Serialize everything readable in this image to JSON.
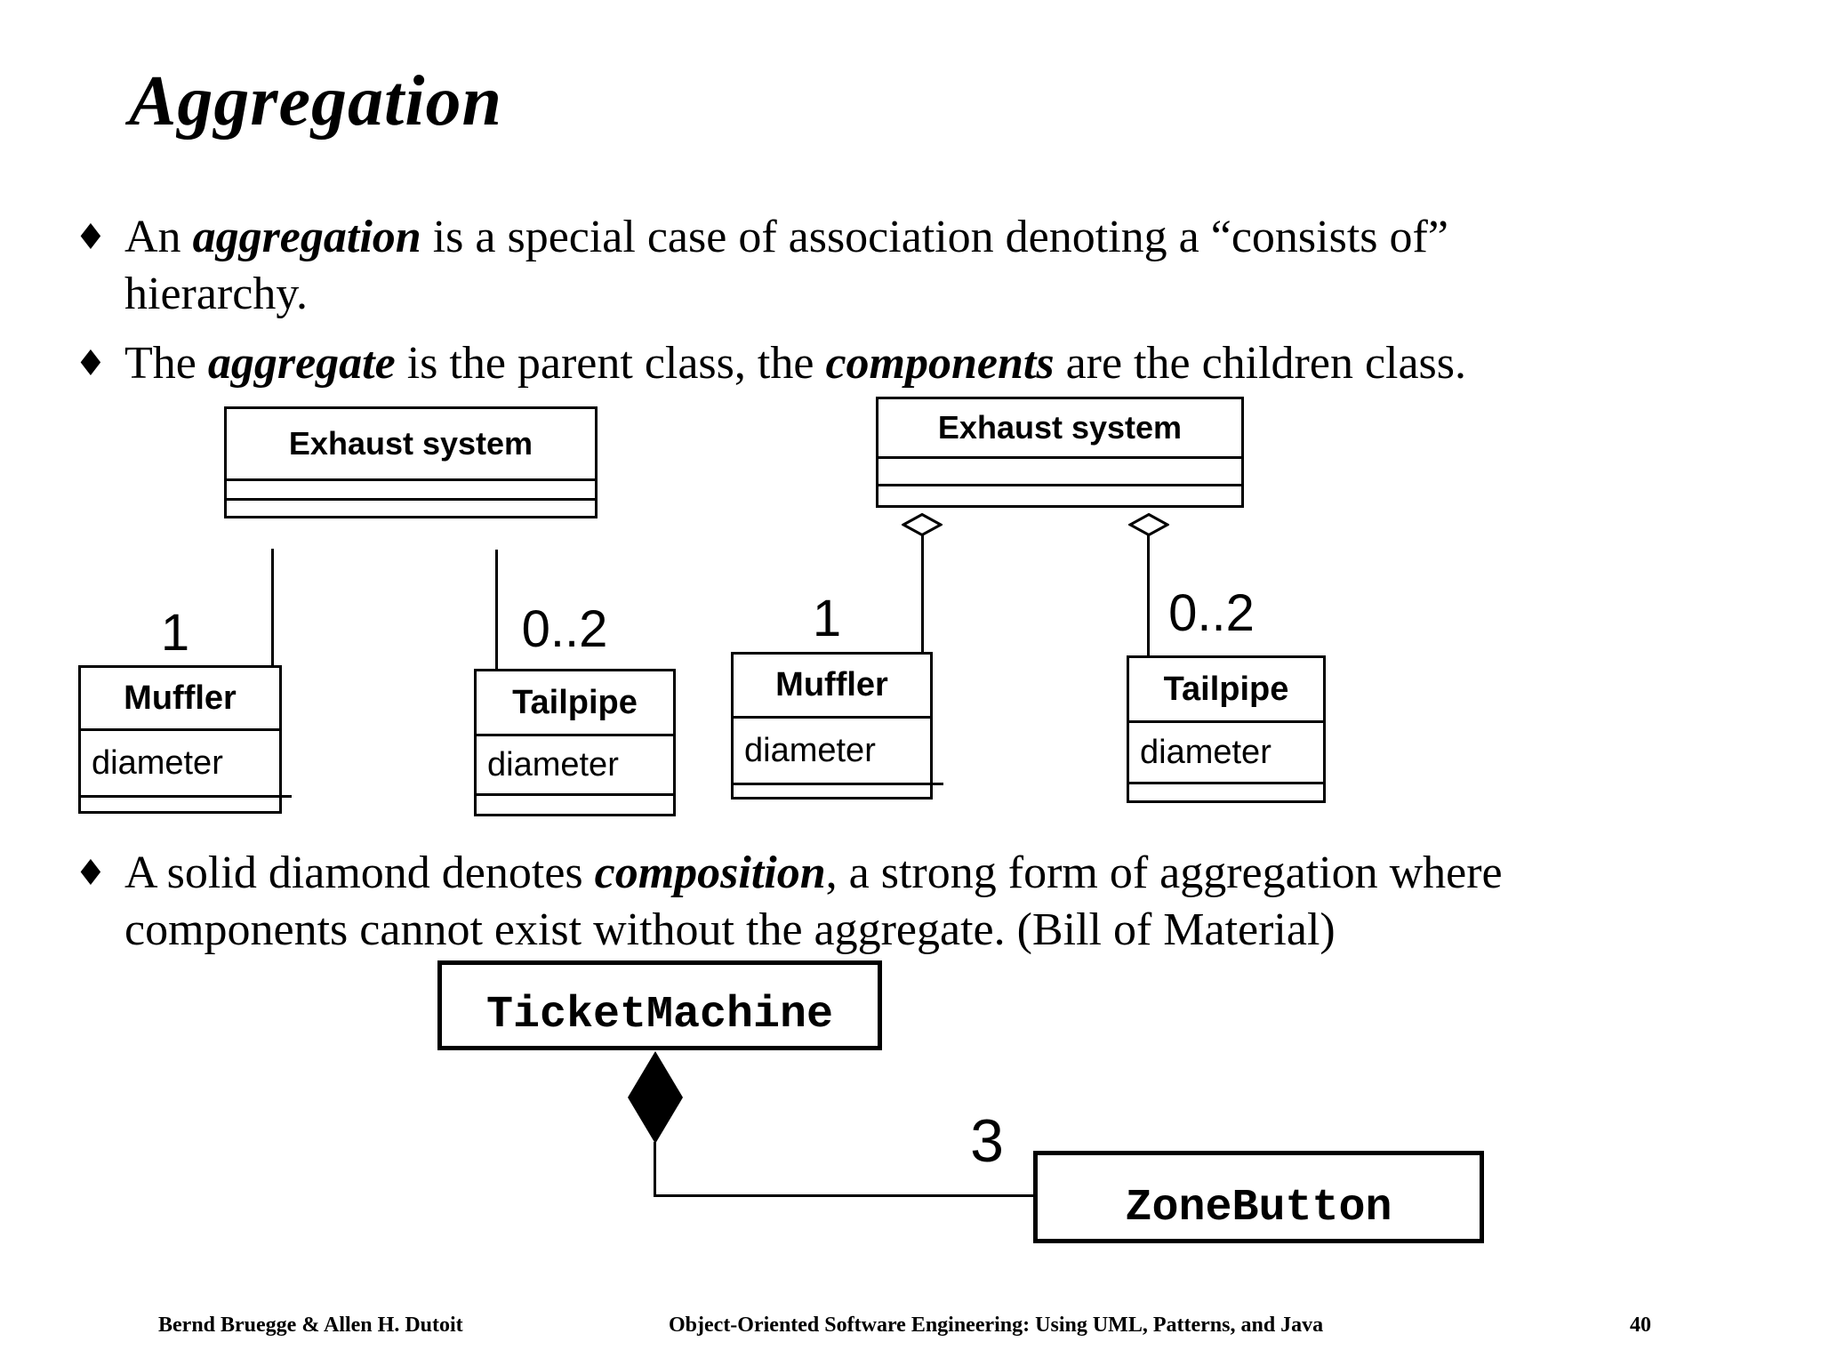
{
  "title": "Aggregation",
  "bullet_glyph": "♦",
  "bullets": {
    "b1": {
      "l1": [
        "An ",
        "aggregation",
        " is a special case of association denoting a “consists of”"
      ],
      "l2": "hierarchy."
    },
    "b2": {
      "l1": [
        "The ",
        "aggregate",
        " is the parent class, the ",
        "components",
        " are the children class."
      ]
    },
    "b3": {
      "l1": [
        "A solid diamond denotes ",
        "composition",
        ", a strong form of aggregation where"
      ],
      "l2": "components cannot exist without the aggregate. (Bill of Material)"
    }
  },
  "aggregation_left": {
    "parent": "Exhaust system",
    "muffler": {
      "name": "Muffler",
      "attribute": "diameter",
      "multiplicity": "1"
    },
    "tailpipe": {
      "name": "Tailpipe",
      "attribute": "diameter",
      "multiplicity": "0..2"
    }
  },
  "aggregation_right": {
    "parent": "Exhaust system",
    "muffler": {
      "name": "Muffler",
      "attribute": "diameter",
      "multiplicity": "1"
    },
    "tailpipe": {
      "name": "Tailpipe",
      "attribute": "diameter",
      "multiplicity": "0..2"
    }
  },
  "composition": {
    "whole": "TicketMachine",
    "part": "ZoneButton",
    "multiplicity": "3"
  },
  "footer": {
    "authors": "Bernd Bruegge & Allen H. Dutoit",
    "book": "Object-Oriented Software Engineering: Using UML, Patterns, and Java",
    "page": "40"
  }
}
